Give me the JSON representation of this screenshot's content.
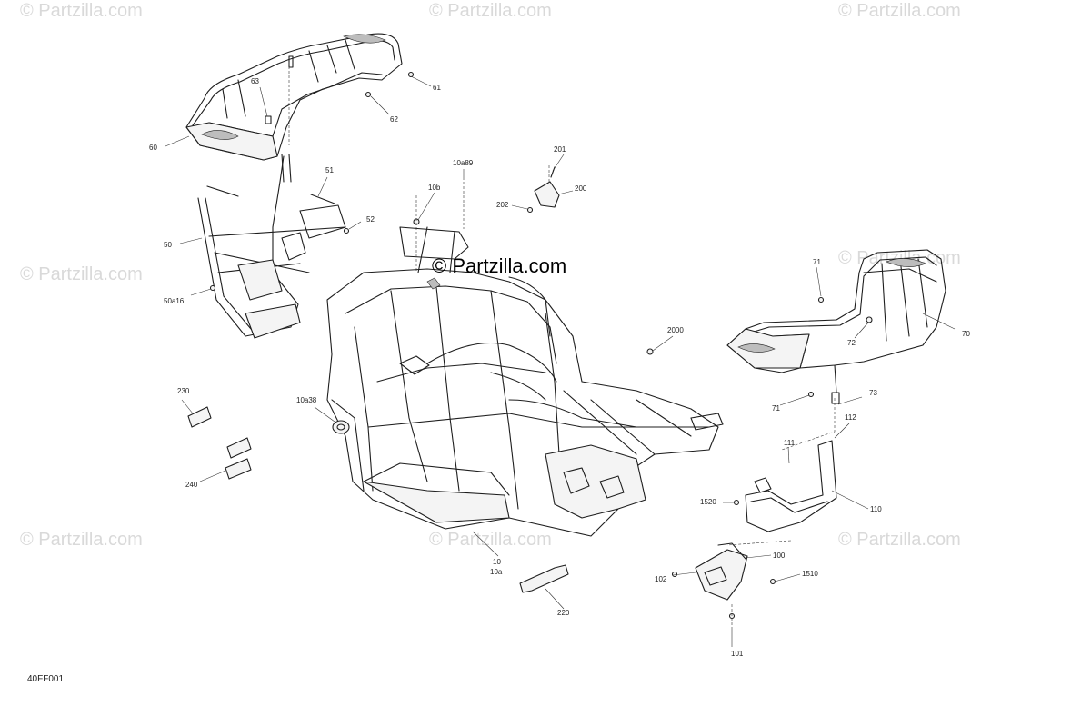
{
  "watermarks": {
    "corner": "© Partzilla.com",
    "center": "© Partzilla.com"
  },
  "diagram_code": "40FF001",
  "callouts": {
    "c10": "10",
    "c10a": "10a",
    "c10a38": "10a38",
    "c10a89": "10a89",
    "c10b": "10b",
    "c50": "50",
    "c50a16": "50a16",
    "c51": "51",
    "c52": "52",
    "c60": "60",
    "c61": "61",
    "c62": "62",
    "c63": "63",
    "c70": "70",
    "c71a": "71",
    "c71b": "71",
    "c72": "72",
    "c73": "73",
    "c100": "100",
    "c101": "101",
    "c102": "102",
    "c110": "110",
    "c111": "111",
    "c112": "112",
    "c200": "200",
    "c201": "201",
    "c202": "202",
    "c220": "220",
    "c230": "230",
    "c240": "240",
    "c1510": "1510",
    "c1520": "1520",
    "c2000": "2000"
  }
}
